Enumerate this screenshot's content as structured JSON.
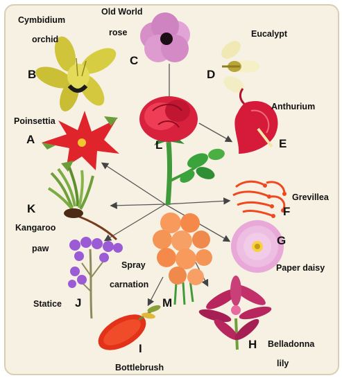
{
  "diagram": {
    "center": {
      "letter": "L"
    },
    "flowers": [
      {
        "id": "A",
        "name_lines": [
          "Poinsettia"
        ],
        "color": "#e0242c"
      },
      {
        "id": "B",
        "name_lines": [
          "Cymbidium",
          "orchid"
        ],
        "color": "#d8cf3a"
      },
      {
        "id": "C",
        "name_lines": [
          "Old World",
          "rose"
        ],
        "color": "#d98bc9"
      },
      {
        "id": "D",
        "name_lines": [
          "Eucalypt"
        ],
        "color": "#efe7b0"
      },
      {
        "id": "E",
        "name_lines": [
          "Anthurium"
        ],
        "color": "#d61a3a"
      },
      {
        "id": "F",
        "name_lines": [
          "Grevillea"
        ],
        "color": "#f0471f"
      },
      {
        "id": "G",
        "name_lines": [
          "Paper daisy"
        ],
        "color": "#e8a8d8"
      },
      {
        "id": "H",
        "name_lines": [
          "Belladonna",
          "lily"
        ],
        "color": "#b8265e"
      },
      {
        "id": "I",
        "name_lines": [
          "Bottlebrush"
        ],
        "color": "#e3321a"
      },
      {
        "id": "J",
        "name_lines": [
          "Statice"
        ],
        "color": "#9b5bd4"
      },
      {
        "id": "K",
        "name_lines": [
          "Kangaroo",
          "paw"
        ],
        "color": "#6f9f3a"
      },
      {
        "id": "M",
        "name_lines": [
          "Spray",
          "carnation"
        ],
        "color": "#f79a5b"
      }
    ]
  }
}
